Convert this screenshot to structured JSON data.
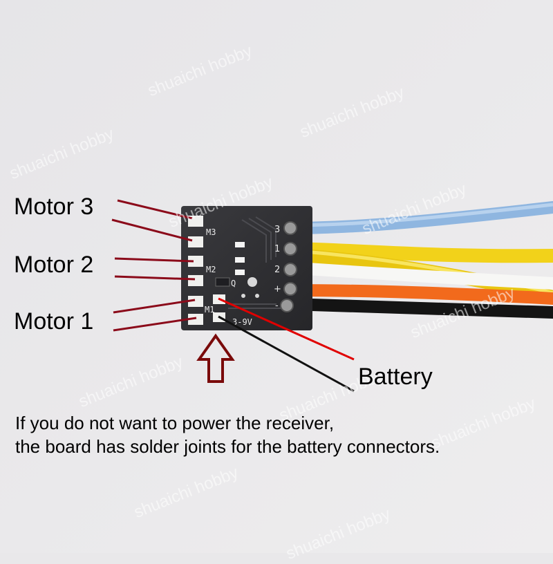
{
  "labels": {
    "motor3": "Motor 3",
    "motor2": "Motor 2",
    "motor1": "Motor 1",
    "battery": "Battery"
  },
  "board_silkscreen": {
    "m3": "M3",
    "m2": "M2",
    "m1": "M1",
    "q": "Q",
    "voltage": "3-9V",
    "pin3": "3",
    "pin1": "1",
    "pin2": "2",
    "plus": "+",
    "minus": "-"
  },
  "caption": {
    "line1": "If you do not want to power the receiver,",
    "line2": "the board has solder joints for the battery connectors."
  },
  "watermark": "shuaichi hobby",
  "colors": {
    "pointer_dark_red": "#8b0a1a",
    "pointer_red": "#e00000",
    "arrow_outline": "#7a0a0a",
    "board": "#2c2c30",
    "wire_blue": "#8fb6e0",
    "wire_yellow": "#f2d21a",
    "wire_white": "#f4f4f2",
    "wire_orange": "#f26a1c",
    "wire_black": "#141414"
  }
}
